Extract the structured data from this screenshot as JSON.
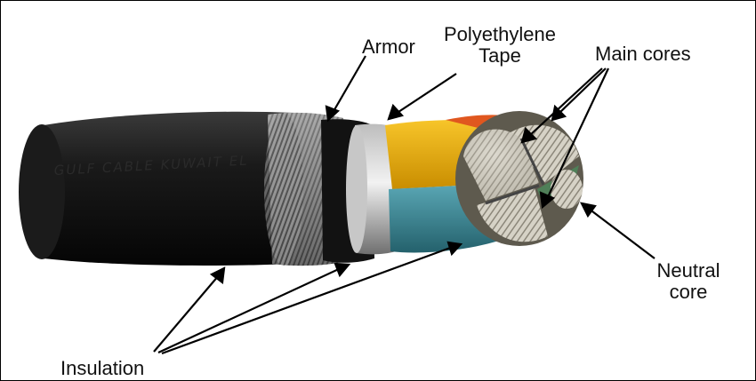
{
  "labels": {
    "armor": "Armor",
    "polyethylene_tape_line1": "Polyethylene",
    "polyethylene_tape_line2": "Tape",
    "main_cores": "Main cores",
    "neutral_core_line1": "Neutral",
    "neutral_core_line2": "core",
    "insulation": "Insulation"
  },
  "cable_print": "GULF CABLE KUWAIT EL",
  "colors": {
    "outer_sheath": "#141414",
    "armor_wire": "#8f8f8f",
    "tape": "#d8d8d8",
    "insulation_yellow": "#f2b705",
    "insulation_red": "#e0571f",
    "insulation_blue": "#3f8f9e",
    "conductor": "#c9c4b4",
    "annotation": "#000000"
  }
}
